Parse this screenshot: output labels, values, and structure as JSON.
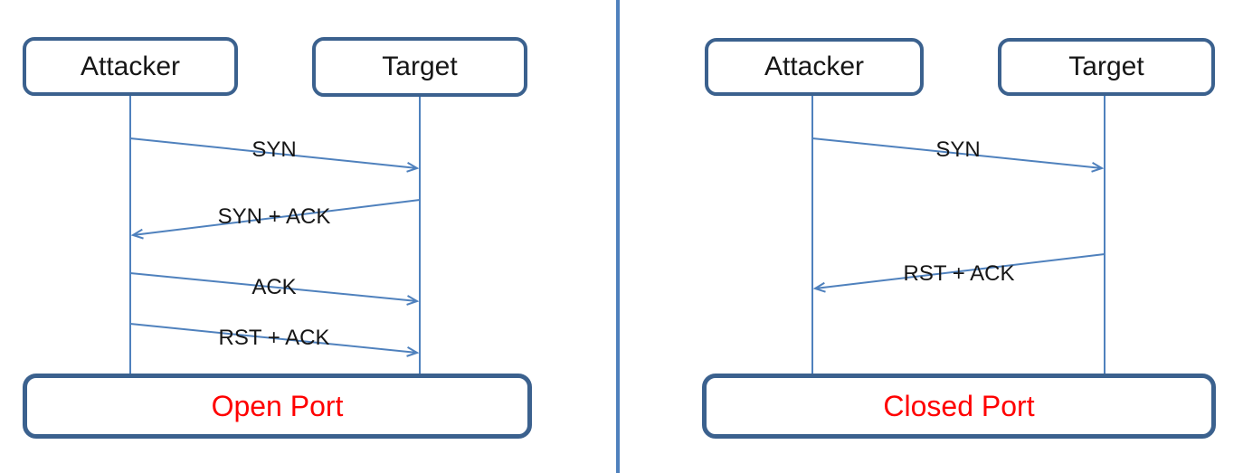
{
  "colors": {
    "box_border": "#3b618e",
    "line_blue": "#4f81bd",
    "result_text": "#ff0000",
    "label_text": "#161616",
    "background": "#ffffff"
  },
  "left_panel": {
    "actors": [
      {
        "label": "Attacker"
      },
      {
        "label": "Target"
      }
    ],
    "messages": [
      {
        "label": "SYN",
        "from": "Attacker",
        "to": "Target"
      },
      {
        "label": "SYN + ACK",
        "from": "Target",
        "to": "Attacker"
      },
      {
        "label": "ACK",
        "from": "Attacker",
        "to": "Target"
      },
      {
        "label": "RST + ACK",
        "from": "Attacker",
        "to": "Target"
      }
    ],
    "result": {
      "label": "Open Port"
    }
  },
  "right_panel": {
    "actors": [
      {
        "label": "Attacker"
      },
      {
        "label": "Target"
      }
    ],
    "messages": [
      {
        "label": "SYN",
        "from": "Attacker",
        "to": "Target"
      },
      {
        "label": "RST + ACK",
        "from": "Target",
        "to": "Attacker"
      }
    ],
    "result": {
      "label": "Closed Port"
    }
  }
}
